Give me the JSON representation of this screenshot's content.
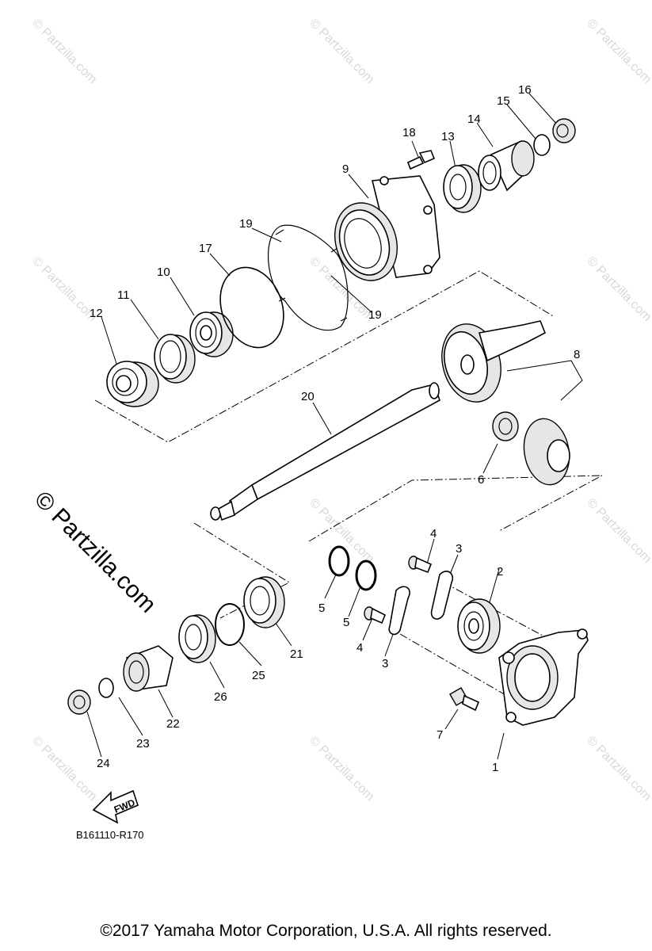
{
  "watermark": {
    "text": "© Partzilla.com",
    "large_text": "© Partzilla.com"
  },
  "callouts": [
    {
      "label": "1"
    },
    {
      "label": "2"
    },
    {
      "label": "3"
    },
    {
      "label": "3"
    },
    {
      "label": "4"
    },
    {
      "label": "4"
    },
    {
      "label": "5"
    },
    {
      "label": "5"
    },
    {
      "label": "6"
    },
    {
      "label": "7"
    },
    {
      "label": "8"
    },
    {
      "label": "9"
    },
    {
      "label": "10"
    },
    {
      "label": "11"
    },
    {
      "label": "12"
    },
    {
      "label": "13"
    },
    {
      "label": "14"
    },
    {
      "label": "15"
    },
    {
      "label": "16"
    },
    {
      "label": "17"
    },
    {
      "label": "18"
    },
    {
      "label": "19"
    },
    {
      "label": "19"
    },
    {
      "label": "20"
    },
    {
      "label": "21"
    },
    {
      "label": "22"
    },
    {
      "label": "23"
    },
    {
      "label": "24"
    },
    {
      "label": "25"
    },
    {
      "label": "26"
    }
  ],
  "fwd_label": "FWD",
  "diagram_ref": "B161110-R170",
  "copyright": "©2017 Yamaha Motor Corporation, U.S.A. All rights reserved."
}
